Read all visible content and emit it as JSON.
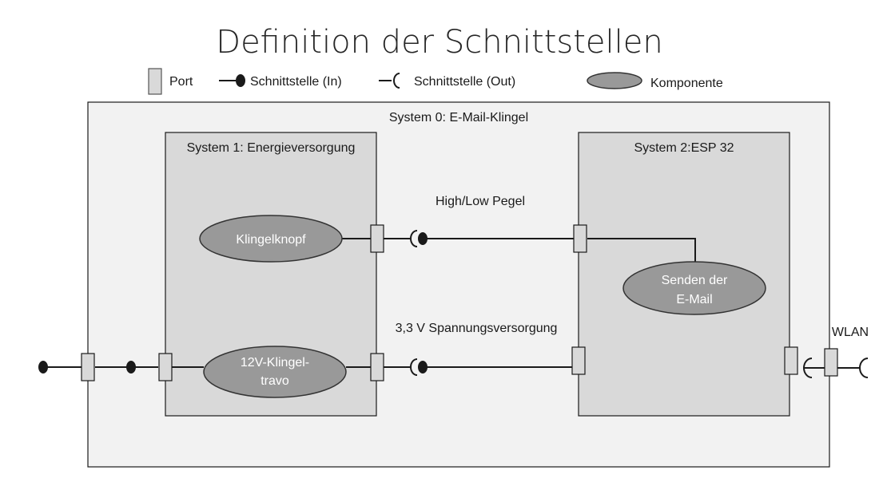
{
  "title": "Definition der Schnittstellen",
  "legend": {
    "port": "Port",
    "interface_in": "Schnittstelle (In)",
    "interface_out": "Schnittstelle (Out)",
    "component": "Komponente"
  },
  "systems": {
    "system0": "System 0: E-Mail-Klingel",
    "system1": "System 1: Energieversorgung",
    "system2": "System 2:ESP 32"
  },
  "components": {
    "klingelknopf": "Klingelknopf",
    "trafo_line1": "12V-Klingel-",
    "trafo_line2": "travo",
    "senden_line1": "Senden der",
    "senden_line2": "E-Mail"
  },
  "signals": {
    "pegel": "High/Low Pegel",
    "spannung": "3,3 V Spannungsversorgung",
    "wlan": "WLAN"
  },
  "colors": {
    "system0_fill": "#f2f2f2",
    "subsystem_fill": "#d9d9d9",
    "port_fill": "#d9d9d9",
    "component_fill": "#999999",
    "line": "#1a1a1a"
  }
}
